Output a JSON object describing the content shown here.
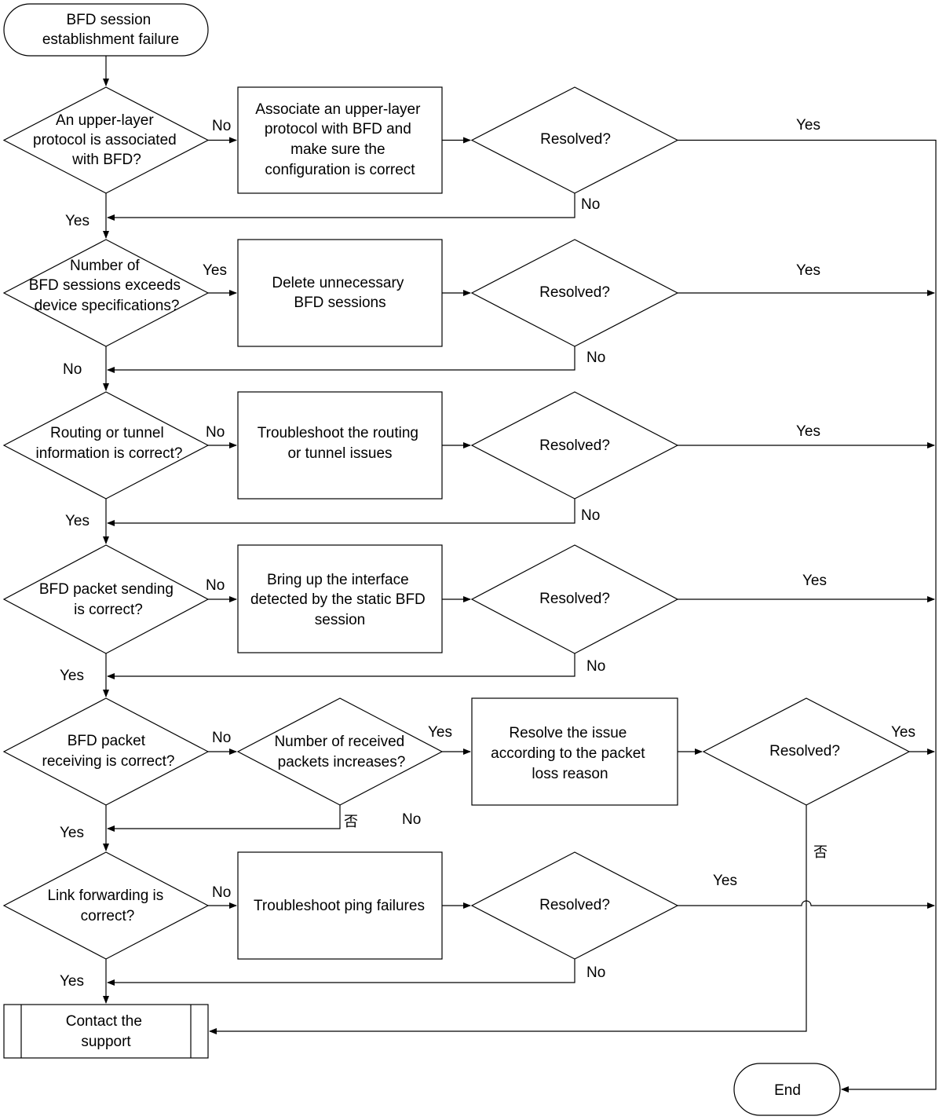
{
  "start": [
    "BFD session",
    "establishment failure"
  ],
  "end": "End",
  "support": [
    "Contact the",
    "support"
  ],
  "resolved": "Resolved?",
  "yes": "Yes",
  "no": "No",
  "no_cn": "否",
  "checks": [
    {
      "decision": [
        "An upper-layer",
        "protocol is associated",
        "with BFD?"
      ],
      "branch": "No",
      "continue": "Yes",
      "action": [
        "Associate an upper-layer",
        "protocol with BFD and",
        "make sure the",
        "configuration is correct"
      ]
    },
    {
      "decision": [
        "Number of",
        "BFD sessions exceeds",
        "device specifications?"
      ],
      "branch": "Yes",
      "continue": "No",
      "action": [
        "Delete unnecessary",
        "BFD sessions"
      ]
    },
    {
      "decision": [
        "Routing or tunnel",
        "information is correct?"
      ],
      "branch": "No",
      "continue": "Yes",
      "action": [
        "Troubleshoot the routing",
        "or tunnel issues"
      ]
    },
    {
      "decision": [
        "BFD packet sending",
        "is correct?"
      ],
      "branch": "No",
      "continue": "Yes",
      "action": [
        "Bring up the interface",
        "detected by the static BFD",
        "session"
      ]
    },
    {
      "decision": [
        "BFD packet",
        "receiving is correct?"
      ],
      "branch": "No",
      "continue": "Yes",
      "sub_decision": [
        "Number of received",
        "packets increases?"
      ],
      "action": [
        "Resolve the issue",
        "according to the packet",
        "loss reason"
      ]
    },
    {
      "decision": [
        "Link forwarding is",
        "correct?"
      ],
      "branch": "No",
      "continue": "Yes",
      "action": [
        "Troubleshoot ping failures"
      ]
    }
  ]
}
